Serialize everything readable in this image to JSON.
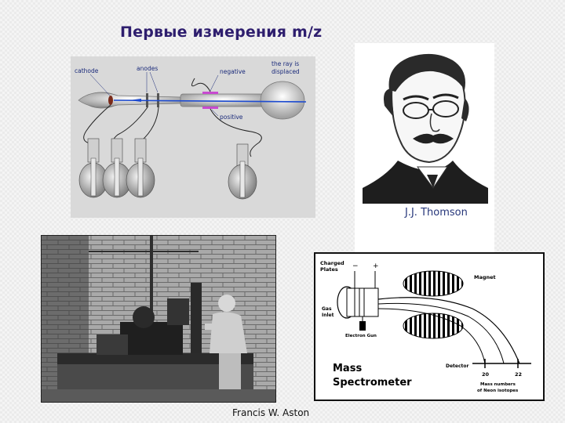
{
  "slide": {
    "title": "Первые измерения m/z",
    "caption": "Francis W. Aston"
  },
  "crt_figure": {
    "labels": {
      "cathode": "cathode",
      "anodes": "anodes",
      "negative": "negative",
      "positive": "positive",
      "displaced_1": "the ray is",
      "displaced_2": "displaced"
    }
  },
  "portrait": {
    "name": "J.J. Thomson"
  },
  "mass_spectrometer": {
    "title_line1": "Mass",
    "title_line2": "Spectrometer",
    "labels": {
      "charged_plates_1": "Charged",
      "charged_plates_2": "Plates",
      "minus": "−",
      "plus": "+",
      "magnet": "Magnet",
      "gas_inlet_1": "Gas",
      "gas_inlet_2": "Inlet",
      "electron_gun": "Electron Gun",
      "detector": "Detector",
      "mass_20": "20",
      "mass_22": "22",
      "mass_numbers_1": "Mass numbers",
      "mass_numbers_2": "of Neon isotopes"
    }
  }
}
